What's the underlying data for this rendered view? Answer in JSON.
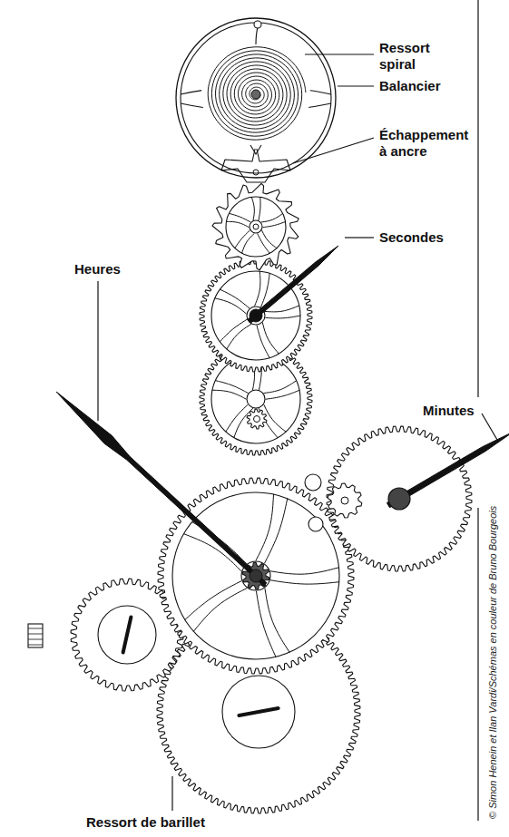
{
  "diagram": {
    "labels": [
      "Ressort spiral",
      "Balancier",
      "Échappement à ancre",
      "Secondes",
      "Heures",
      "Minutes",
      "Ressort de barillet",
      "© Simon Henein et Ilan Vardi/Schémas en couleur de Bruno Bourgeois"
    ]
  }
}
